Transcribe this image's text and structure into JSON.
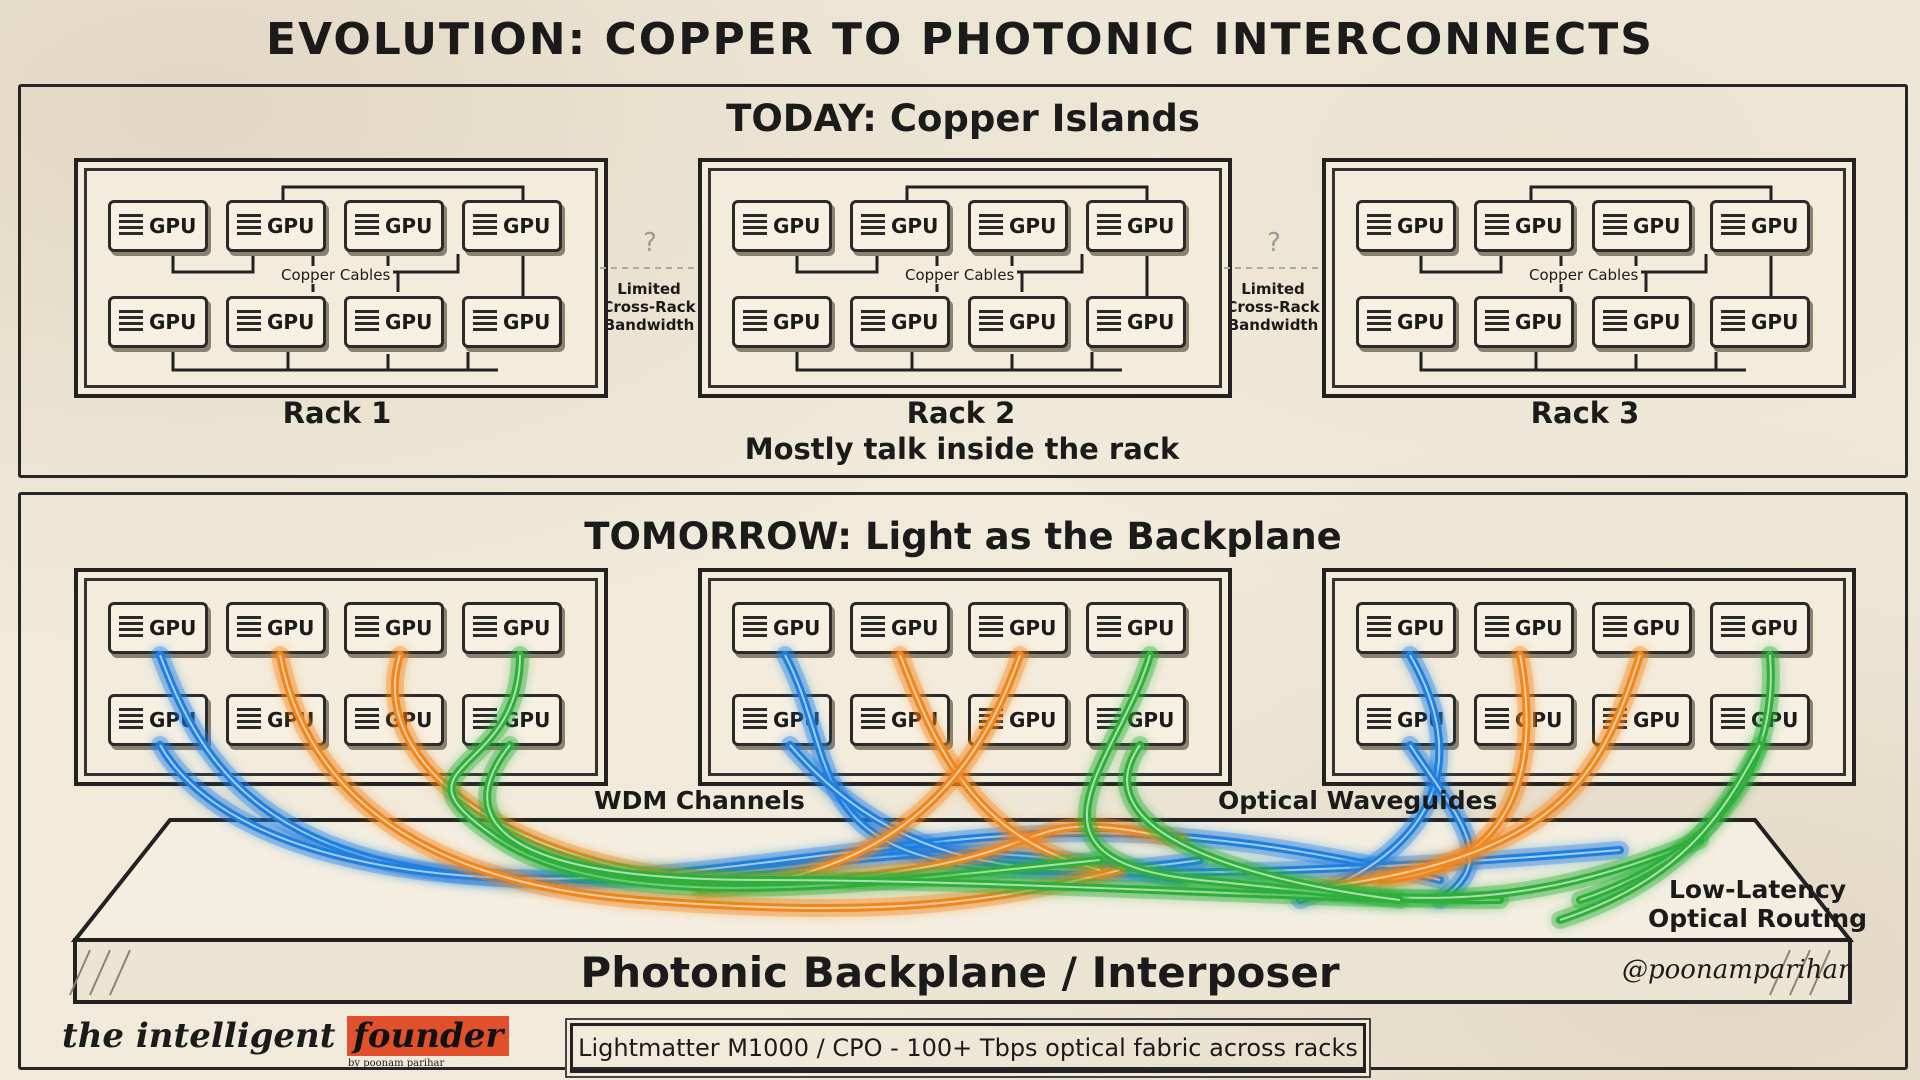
{
  "title": "EVOLUTION: COPPER TO PHOTONIC INTERCONNECTS",
  "today": {
    "heading": "TODAY: Copper Islands",
    "racks": [
      {
        "label": "Rack 1",
        "copper_label": "Copper Cables",
        "gpus": [
          "GPU",
          "GPU",
          "GPU",
          "GPU",
          "GPU",
          "GPU",
          "GPU",
          "GPU"
        ]
      },
      {
        "label": "Rack 2",
        "copper_label": "Copper Cables",
        "gpus": [
          "GPU",
          "GPU",
          "GPU",
          "GPU",
          "GPU",
          "GPU",
          "GPU",
          "GPU"
        ]
      },
      {
        "label": "Rack 3",
        "copper_label": "Copper Cables",
        "gpus": [
          "GPU",
          "GPU",
          "GPU",
          "GPU",
          "GPU",
          "GPU",
          "GPU",
          "GPU"
        ]
      }
    ],
    "question_mark": "?",
    "limited_text": [
      "Limited",
      "Cross-Rack",
      "Bandwidth"
    ],
    "caption": "Mostly talk inside the rack"
  },
  "tomorrow": {
    "heading": "TOMORROW: Light as the Backplane",
    "gpu_label": "GPU",
    "annotations": {
      "wdm": "WDM Channels",
      "waveguides": "Optical Waveguides",
      "routing_line1": "Low-Latency",
      "routing_line2": "Optical Routing"
    },
    "backplane_label": "Photonic Backplane / Interposer",
    "signature": "@poonamparihar"
  },
  "footer": {
    "text": "Lightmatter M1000 / CPO - 100+ Tbps optical fabric across racks",
    "logo_part1": "the intelligent ",
    "logo_part2": "founder",
    "logo_sub": "by poonam parihar"
  },
  "colors": {
    "fiber_blue": "#1f7fe0",
    "fiber_orange": "#f0861c",
    "fiber_green": "#2fae3a",
    "ink": "#1b1b1b",
    "paper": "#f1eadb"
  }
}
